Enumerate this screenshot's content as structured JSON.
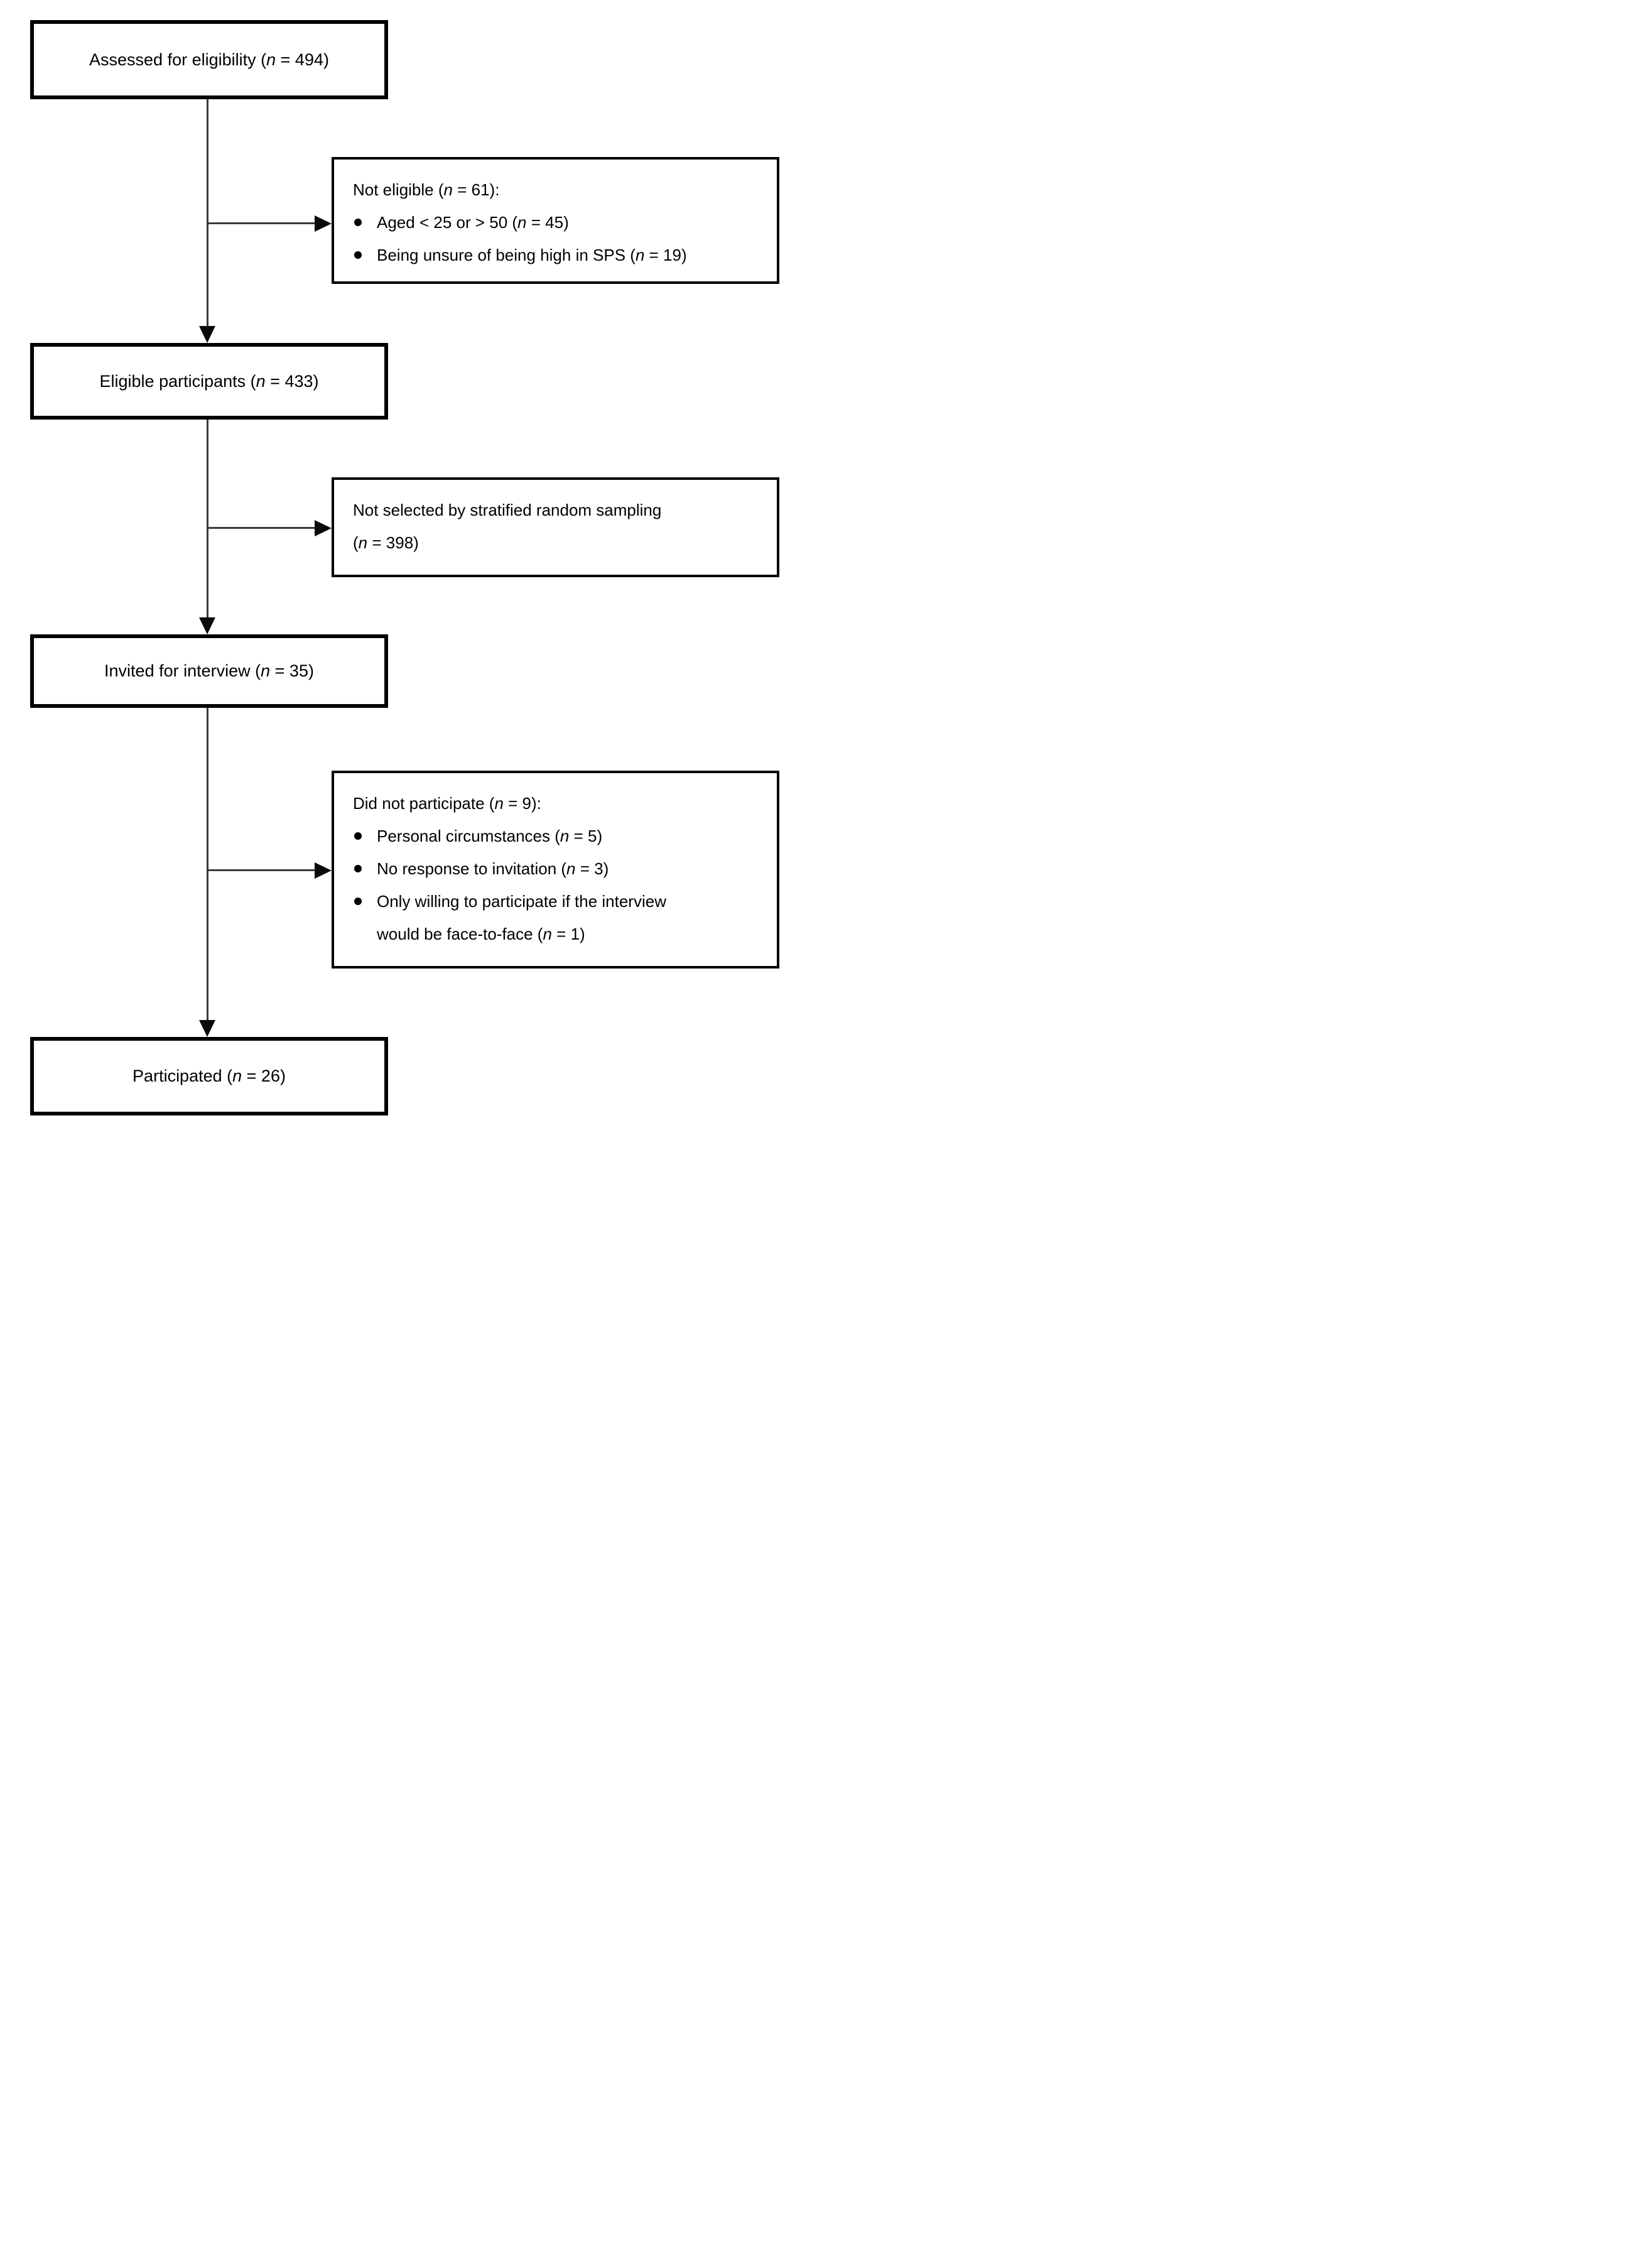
{
  "n_symbol": "n",
  "colors": {
    "box_border": "#000000",
    "line": "#3a3a3a",
    "arrowhead": "#0a0a0a",
    "background": "#ffffff",
    "text": "#000000"
  },
  "boxes": {
    "assessed": {
      "pre": "Assessed for eligibility (",
      "post": " = 494)"
    },
    "not_eligible": {
      "title": {
        "pre": "Not eligible (",
        "post": " = 61):"
      },
      "bullets": [
        {
          "pre": "Aged < 25 or > 50 (",
          "post": " = 45)"
        },
        {
          "pre": "Being unsure of being high in SPS (",
          "post": " = 19)"
        }
      ]
    },
    "eligible": {
      "pre": "Eligible participants (",
      "post": " = 433)"
    },
    "not_selected": {
      "line1": "Not selected by stratified random sampling",
      "line2": {
        "pre": "(",
        "post": " = 398)"
      }
    },
    "invited": {
      "pre": "Invited for interview (",
      "post": " = 35)"
    },
    "did_not_participate": {
      "title": {
        "pre": "Did not participate (",
        "post": " = 9):"
      },
      "bullets": [
        {
          "pre": "Personal circumstances (",
          "post": " = 5)"
        },
        {
          "pre": "No response to invitation (",
          "post": " = 3)"
        },
        {
          "line1": "Only willing to participate if the interview",
          "pre": "would be face-to-face (",
          "post": " = 1)"
        }
      ]
    },
    "participated": {
      "pre": "Participated (",
      "post": " = 26)"
    }
  }
}
